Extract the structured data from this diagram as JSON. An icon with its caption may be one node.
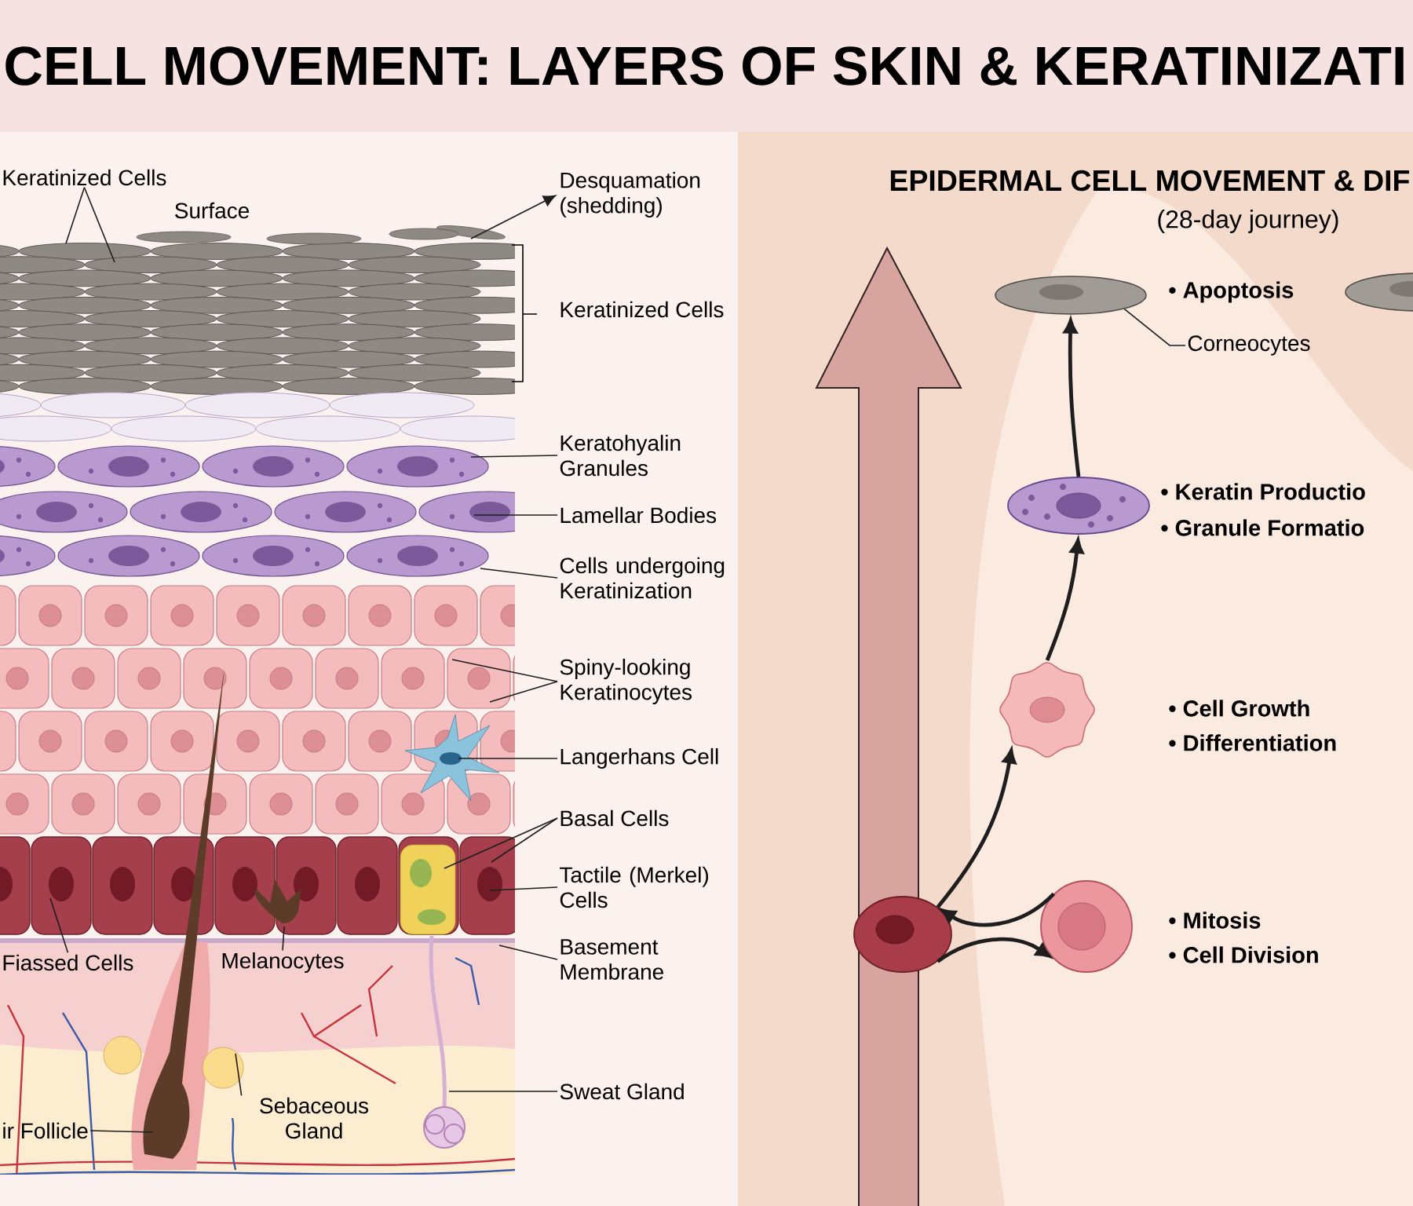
{
  "diagram": {
    "title": "CELL MOVEMENT: LAYERS OF SKIN & KERATINIZATI",
    "nodes": [
      {
        "text": [
          "Keratinized Cells"
        ]
      },
      {
        "text": [
          "Desquamation (shedding)"
        ]
      },
      {
        "text": [
          "Keratohyalin Granules"
        ]
      },
      {
        "text": [
          "Lamellar Bodies"
        ]
      },
      {
        "text": [
          "Cells undergoing Keratinization"
        ]
      },
      {
        "text": [
          "Spiny-looking Keratinocytes"
        ]
      },
      {
        "text": [
          "Langerhans Cell"
        ]
      },
      {
        "text": [
          "Basal Cells"
        ]
      },
      {
        "text": [
          "Tactile (Merkel) Cells"
        ]
      },
      {
        "text": [
          "Fiassed Cells"
        ]
      },
      {
        "text": [
          "Melanocytes"
        ]
      },
      {
        "text": [
          "Basement Membrane"
        ]
      },
      {
        "text": [
          "Sebaceous Gland"
        ]
      },
      {
        "text": [
          "Sweat Gland"
        ]
      },
      {
        "text": [
          "ir Follicle"
        ]
      },
      {
        "text": [],
        "shape": "cell",
        "beside": [
          "• Apoptosis"
        ]
      },
      {
        "text": [],
        "shape": "cell"
      },
      {
        "text": [
          "Corneocytes"
        ]
      },
      {
        "text": [],
        "shape": "cell",
        "beside": [
          "• Keratin Productio",
          "• Granule Formatio"
        ]
      },
      {
        "text": [],
        "shape": "cell",
        "beside": [
          "• Cell Growth",
          "• Differentiation"
        ]
      },
      {
        "text": [],
        "shape": "cell"
      },
      {
        "text": [],
        "shape": "cell",
        "beside": [
          "• Mitosis",
          "• Cell Division"
        ]
      }
    ],
    "edges": [
      {
        "from": 0,
        "to": null,
        "arrow": "none"
      },
      {
        "from": 0,
        "to": null,
        "arrow": "none"
      },
      {
        "from": null,
        "to": 1,
        "arrow": "to"
      },
      {
        "from": 2,
        "to": null,
        "arrow": "none"
      },
      {
        "from": 3,
        "to": null,
        "arrow": "none"
      },
      {
        "from": 4,
        "to": null,
        "arrow": "none"
      },
      {
        "from": 5,
        "to": null,
        "arrow": "none"
      },
      {
        "from": 5,
        "to": null,
        "arrow": "none"
      },
      {
        "from": 6,
        "to": null,
        "arrow": "none"
      },
      {
        "from": 7,
        "to": null,
        "arrow": "none"
      },
      {
        "from": 7,
        "to": null,
        "arrow": "none"
      },
      {
        "from": 8,
        "to": null,
        "arrow": "none"
      },
      {
        "from": 9,
        "to": null,
        "arrow": "none"
      },
      {
        "from": 10,
        "to": null,
        "arrow": "none"
      },
      {
        "from": 11,
        "to": null,
        "arrow": "none"
      },
      {
        "from": 12,
        "to": null,
        "arrow": "none"
      },
      {
        "from": 13,
        "to": null,
        "arrow": "none"
      },
      {
        "from": 14,
        "to": null,
        "arrow": "none"
      },
      {
        "from": 17,
        "to": 15,
        "arrow": "none"
      },
      {
        "from": 18,
        "to": 15,
        "arrow": "to",
        "style": "thick"
      },
      {
        "from": 19,
        "to": 18,
        "arrow": "to",
        "style": "thick"
      },
      {
        "from": 20,
        "to": 19,
        "arrow": "to",
        "style": "thick"
      },
      {
        "from": 21,
        "to": 20,
        "arrow": "to",
        "style": "thick"
      },
      {
        "from": 20,
        "to": 21,
        "arrow": "to",
        "style": "thick"
      }
    ],
    "labels": [
      "Surface",
      "Keratinized Cells",
      "EPIDERMAL CELL MOVEMENT & DIF",
      "(28-day journey)"
    ]
  }
}
